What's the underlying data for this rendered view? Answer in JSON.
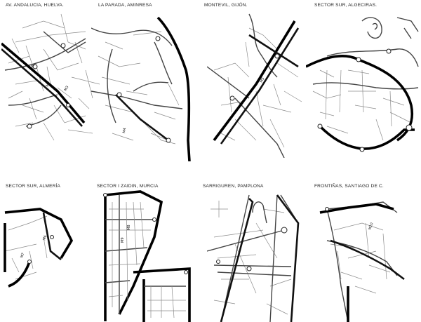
{
  "panels": [
    {
      "id": "p1",
      "title": "AV. ANDALUCIA, HUELVA."
    },
    {
      "id": "p2",
      "title": "LA PARADA, AMINRESA"
    },
    {
      "id": "p3",
      "title": "MONTEVIL, GIJÓN."
    },
    {
      "id": "p4",
      "title": "SECTOR SUR, ALGECIRAS."
    },
    {
      "id": "p5",
      "title": "SECTOR SUR, ALMERÍA"
    },
    {
      "id": "p6",
      "title": "SECTOR I ZAIDIN, MURCIA"
    },
    {
      "id": "p7",
      "title": "SARRIGUREN, PAMPLONA"
    },
    {
      "id": "p8",
      "title": "FRONTIÑAS, SANTIAGO DE C."
    }
  ]
}
